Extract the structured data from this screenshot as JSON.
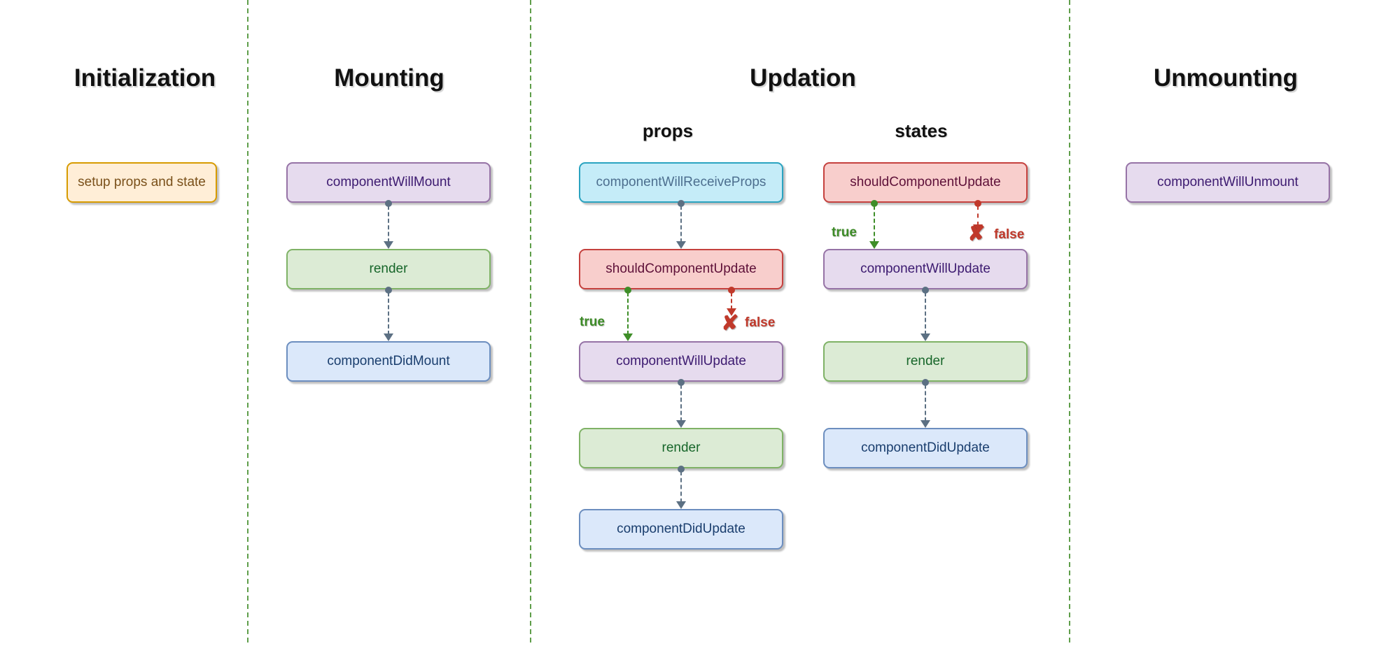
{
  "sections": [
    {
      "title": "Initialization",
      "nodes": [
        {
          "label": "setup props and state",
          "palette": "orange"
        }
      ]
    },
    {
      "title": "Mounting",
      "nodes": [
        {
          "label": "componentWillMount",
          "palette": "purple"
        },
        {
          "label": "render",
          "palette": "green"
        },
        {
          "label": "componentDidMount",
          "palette": "blue"
        }
      ]
    },
    {
      "title": "Updation",
      "subcolumns": [
        {
          "title": "props",
          "nodes": [
            {
              "label": "componentWillReceiveProps",
              "palette": "cyan"
            },
            {
              "label": "shouldComponentUpdate",
              "palette": "red"
            },
            {
              "label": "componentWillUpdate",
              "palette": "purple"
            },
            {
              "label": "render",
              "palette": "green"
            },
            {
              "label": "componentDidUpdate",
              "palette": "blue"
            }
          ]
        },
        {
          "title": "states",
          "nodes": [
            {
              "label": "shouldComponentUpdate",
              "palette": "red"
            },
            {
              "label": "componentWillUpdate",
              "palette": "purple"
            },
            {
              "label": "render",
              "palette": "green"
            },
            {
              "label": "componentDidUpdate",
              "palette": "blue"
            }
          ]
        }
      ]
    },
    {
      "title": "Unmounting",
      "nodes": [
        {
          "label": "componentWillUnmount",
          "palette": "purple"
        }
      ]
    }
  ],
  "branch_labels": {
    "true": "true",
    "false": "false"
  },
  "icons": {
    "false_cross": "✘"
  },
  "colors": {
    "separator": "#5f9e4a",
    "connector": "#5c7083",
    "true_branch": "#3d8b27",
    "false_branch": "#c0392b",
    "palettes": {
      "orange": {
        "fill": "#ffeed7",
        "stroke": "#d79b00",
        "text": "#7a501a"
      },
      "purple": {
        "fill": "#e6dbee",
        "stroke": "#9673a6",
        "text": "#3c1a70"
      },
      "green": {
        "fill": "#dcebd5",
        "stroke": "#7fb266",
        "text": "#17662a"
      },
      "blue": {
        "fill": "#dbe8fa",
        "stroke": "#6c8ebf",
        "text": "#1a3e6e"
      },
      "cyan": {
        "fill": "#c5ecf8",
        "stroke": "#2aa3c0",
        "text": "#4d6f8f"
      },
      "red": {
        "fill": "#f8cecc",
        "stroke": "#c5413e",
        "text": "#5e1038"
      }
    }
  }
}
